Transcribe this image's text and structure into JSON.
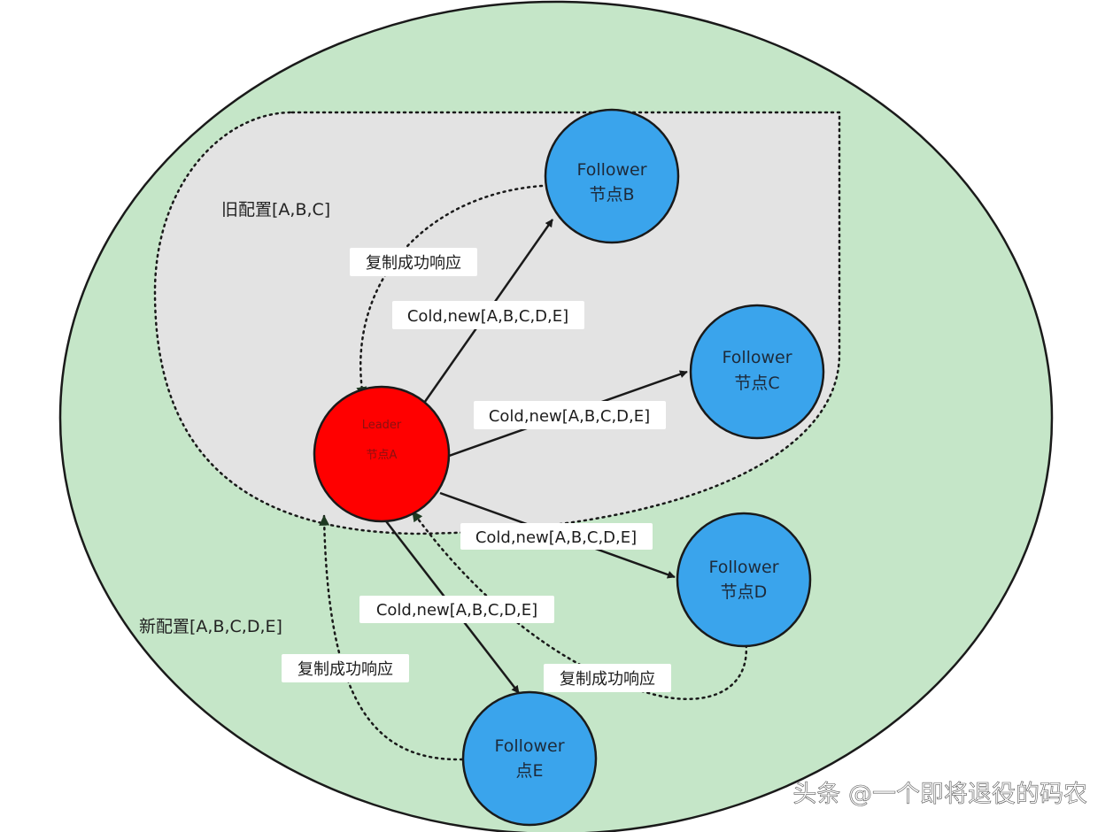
{
  "regions": {
    "old_config": "旧配置[A,B,C]",
    "new_config": "新配置[A,B,C,D,E]"
  },
  "nodes": {
    "leader": {
      "role": "Leader",
      "name": "节点A",
      "color": "#ff0000"
    },
    "b": {
      "role": "Follower",
      "name": "节点B",
      "color": "#3aa4ec"
    },
    "c": {
      "role": "Follower",
      "name": "节点C",
      "color": "#3aa4ec"
    },
    "d": {
      "role": "Follower",
      "name": "节点D",
      "color": "#3aa4ec"
    },
    "e": {
      "role": "Follower",
      "name": "点E",
      "color": "#3aa4ec"
    }
  },
  "messages": {
    "replicate_b": "Cold,new[A,B,C,D,E]",
    "replicate_c": "Cold,new[A,B,C,D,E]",
    "replicate_d": "Cold,new[A,B,C,D,E]",
    "replicate_e": "Cold,new[A,B,C,D,E]",
    "ack_b": "复制成功响应",
    "ack_d": "复制成功响应",
    "ack_e": "复制成功响应"
  },
  "colors": {
    "new_region": "#c5e6c8",
    "old_region": "#e3e3e3",
    "follower": "#3aa4ec",
    "leader": "#ff0000"
  },
  "watermark": "头条 @一个即将退役的码农"
}
